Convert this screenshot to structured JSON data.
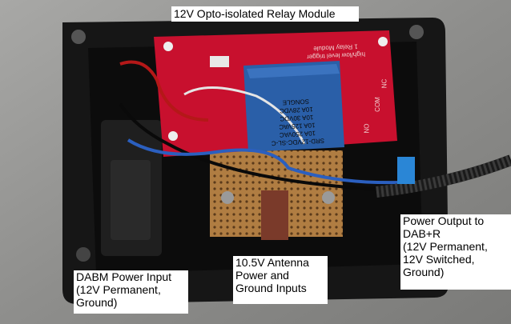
{
  "labels": {
    "title": "12V Opto-isolated Relay Module",
    "dabm_input": [
      "DABM Power Input",
      "(12V Permanent,",
      "Ground)"
    ],
    "antenna_input": [
      "10.5V Antenna",
      "Power and",
      "Ground Inputs"
    ],
    "power_output": [
      "Power Output to",
      "DAB+R",
      "(12V Permanent,",
      "12V Switched,",
      "Ground)"
    ]
  },
  "relay": {
    "model": "SRD-12VDC-SL-C",
    "ratings": [
      "10A 250VAC",
      "10A 125VAC",
      "10A 30VDC",
      "10A 28VDC"
    ],
    "brand": "SONGLE"
  },
  "board": {
    "name": "1 Relay Module",
    "trigger": "high/low level trigger",
    "terminals": [
      "NO",
      "COM",
      "NC"
    ]
  },
  "colors": {
    "enclosure": "#1a1a1a",
    "board": "#c8102e",
    "relay": "#2a5fa8",
    "perfboard": "#b5864a",
    "label_bg": "#ffffff",
    "background": "#8c8c8a"
  }
}
